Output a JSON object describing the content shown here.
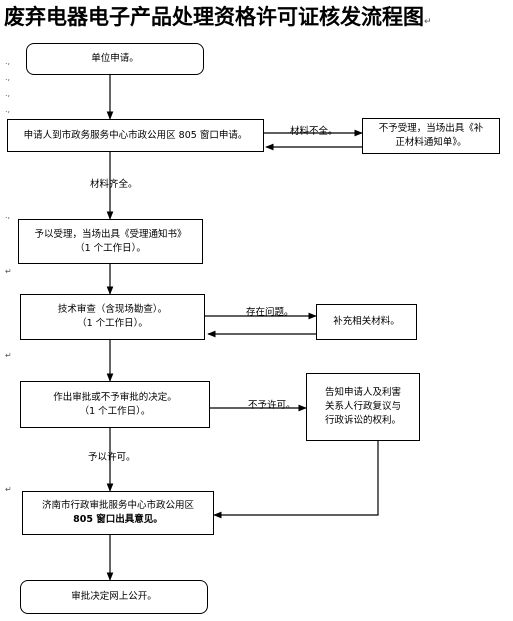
{
  "title": "废弃电器电子产品处理资格许可证核发流程图",
  "title_mark": "↵",
  "nodes": {
    "apply": {
      "lines": [
        "单位申请。"
      ]
    },
    "submit": {
      "lines": [
        "申请人到市政务服务中心市政公用区 805 窗口申请。"
      ]
    },
    "reject": {
      "lines": [
        "不予受理，当场出具《补",
        "正材料通知单》。"
      ]
    },
    "accept": {
      "lines": [
        "予以受理，当场出具《受理通知书》",
        "（1 个工作日）。"
      ]
    },
    "review": {
      "lines": [
        "技术审查（含现场勘查）。",
        "（1 个工作日）。"
      ]
    },
    "supplement": {
      "lines": [
        "补充相关材料。"
      ]
    },
    "decision": {
      "lines": [
        "作出审批或不予审批的决定。",
        "（1 个工作日）。"
      ]
    },
    "notify": {
      "lines": [
        "告知申请人及利害",
        "关系人行政复议与",
        "行政诉讼的权利。"
      ]
    },
    "issue": {
      "lines": [
        "济南市行政审批服务中心市政公用区",
        "805 窗口出具意见。"
      ]
    },
    "publish": {
      "lines": [
        "审批决定网上公开。"
      ]
    }
  },
  "edge_labels": {
    "incomplete": "材料不全。",
    "complete": "材料齐全。",
    "problem": "存在问题。",
    "not_permitted": "不予许可。",
    "permitted": "予以许可。"
  }
}
